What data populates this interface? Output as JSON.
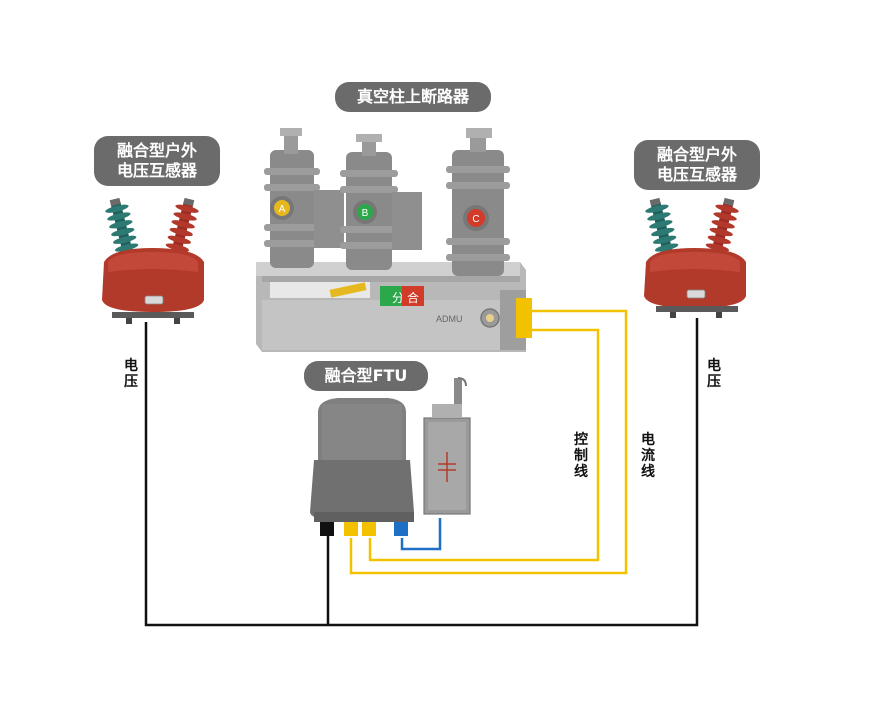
{
  "labels": {
    "breaker_title": "真空柱上断路器",
    "pt_left_line1": "融合型户外",
    "pt_left_line2": "电压互感器",
    "pt_right_line1": "融合型户外",
    "pt_right_line2": "电压互感器",
    "ftu_title": "融合型FTU",
    "voltage_left": "电压",
    "voltage_right": "电压",
    "control_line": "控制线",
    "current_line": "电流线",
    "phase_a": "A",
    "phase_b": "B",
    "phase_c": "C",
    "brand": "ADMU",
    "sign_open": "分",
    "sign_close": "合"
  },
  "colors": {
    "pill_bg": "#6b6b6b",
    "black_wire": "#111111",
    "yellow_wire": "#f2c200",
    "blue_wire": "#1f6fc4",
    "pt_body": "#b23a2a",
    "insulator_green": "#1f5f5a",
    "insulator_red": "#9a2c24",
    "gray_body": "#8a8a8a",
    "phase_a": "#e6b820",
    "phase_b": "#2aa84a",
    "phase_c": "#d23a2a"
  }
}
